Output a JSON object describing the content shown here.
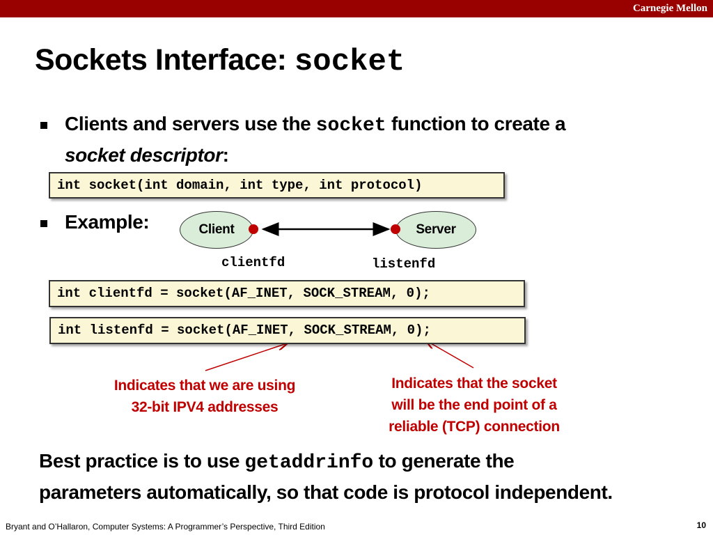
{
  "header": {
    "brand": "Carnegie Mellon"
  },
  "title": {
    "main": "Sockets Interface: ",
    "func": "socket"
  },
  "bullet1": {
    "line1_a": "Clients and servers use the ",
    "line1_func": "socket",
    "line1_b": " function to create a",
    "line2_em": "socket descriptor",
    "line2_colon": ":"
  },
  "signature_code": "int socket(int domain, int type, int protocol)",
  "bullet2": {
    "label": "Example:"
  },
  "diagram": {
    "client": "Client",
    "server": "Server",
    "clientfd": "clientfd",
    "listenfd": "listenfd"
  },
  "code_client": "int clientfd = socket(AF_INET, SOCK_STREAM, 0);",
  "code_listen": "int listenfd = socket(AF_INET, SOCK_STREAM, 0);",
  "note_left": {
    "line1": "Indicates that we are using",
    "line2": "32-bit IPV4 addresses"
  },
  "note_right": {
    "line1": "Indicates that the socket",
    "line2": "will be the end point of a",
    "line3": "reliable (TCP) connection"
  },
  "best_practice": {
    "line1_a": "Best practice is to use ",
    "line1_func": "getaddrinfo",
    "line1_b": " to generate the",
    "line2": "parameters automatically, so that code is protocol independent."
  },
  "footer": {
    "citation": "Bryant and O’Hallaron, Computer Systems: A Programmer’s Perspective, Third Edition",
    "page": "10"
  },
  "colors": {
    "brand_bar": "#990000",
    "note_text": "#c00000",
    "code_bg": "#fbf6d5",
    "node_fill": "#d9edd9"
  }
}
